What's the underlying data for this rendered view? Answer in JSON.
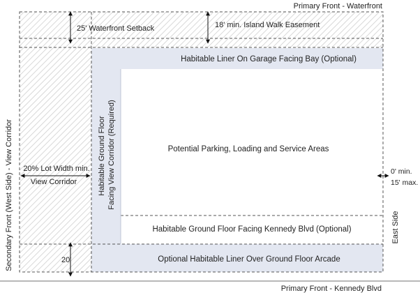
{
  "labels": {
    "primary_front_waterfront": "Primary Front - Waterfront",
    "waterfront_setback": "25' Waterfront Setback",
    "island_walk_easement": "18' min. Island Walk Easement",
    "liner_garage_bay": "Habitable Liner On Garage Facing Bay (Optional)",
    "ground_floor_view_line1": "Habitable Ground Floor",
    "ground_floor_view_line2": "Facing View Corridor (Required)",
    "parking_area": "Potential Parking, Loading and Service Areas",
    "lot_width_line1": "20% Lot Width min.",
    "lot_width_line2": "View Corridor",
    "secondary_front": "Secondary Front (West Side) - View Corridor",
    "east_min": "0' min.",
    "east_max": "15' max.",
    "east_side": "East Side",
    "ground_floor_kennedy": "Habitable Ground Floor Facing Kennedy Blvd (Optional)",
    "dim_20": "20'",
    "liner_arcade": "Optional Habitable Liner Over Ground Floor Arcade",
    "primary_front_kennedy": "Primary Front - Kennedy Blvd"
  },
  "colors": {
    "zone_fill": "#e3e7f1",
    "line": "#555555",
    "hatch": "#c9c9c9"
  }
}
